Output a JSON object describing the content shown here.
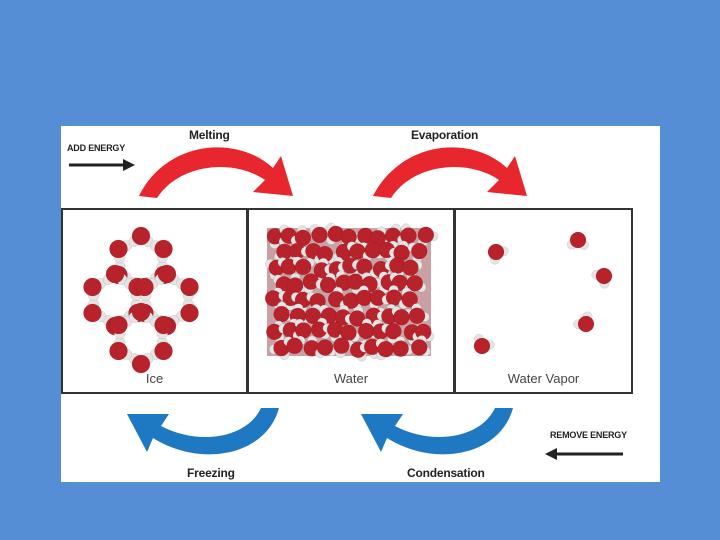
{
  "labels": {
    "add_energy": "ADD ENERGY",
    "remove_energy": "REMOVE ENERGY",
    "melting": "Melting",
    "evaporation": "Evaporation",
    "freezing": "Freezing",
    "condensation": "Condensation"
  },
  "panels": {
    "ice": "Ice",
    "water": "Water",
    "vapor": "Water Vapor"
  },
  "colors": {
    "background": "#558ed5",
    "heat_arrow": "#e8262d",
    "cool_arrow": "#1e78c2",
    "oxygen": "#b8222b",
    "hydrogen": "#e4e4e4"
  }
}
